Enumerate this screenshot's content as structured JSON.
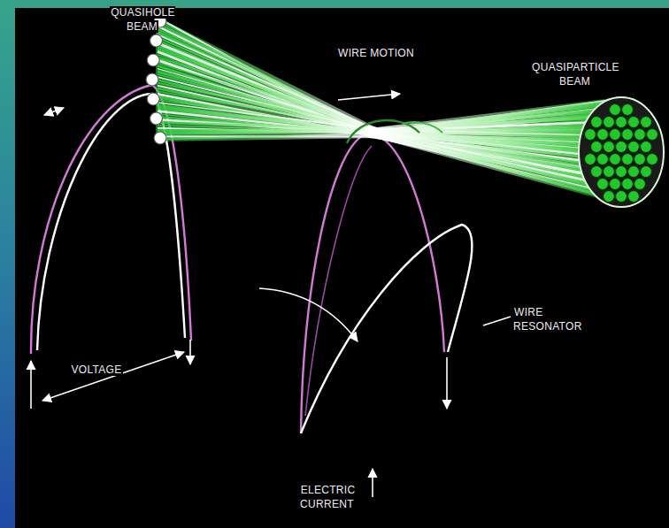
{
  "diagram": {
    "labels": [
      "QUASIHOLE BEAM",
      "WIRE MOTION",
      "QUASIPARTICLE BEAM",
      "WIRE RESONATOR",
      "VOLTAGE",
      "ELECTRIC CURRENT"
    ]
  }
}
